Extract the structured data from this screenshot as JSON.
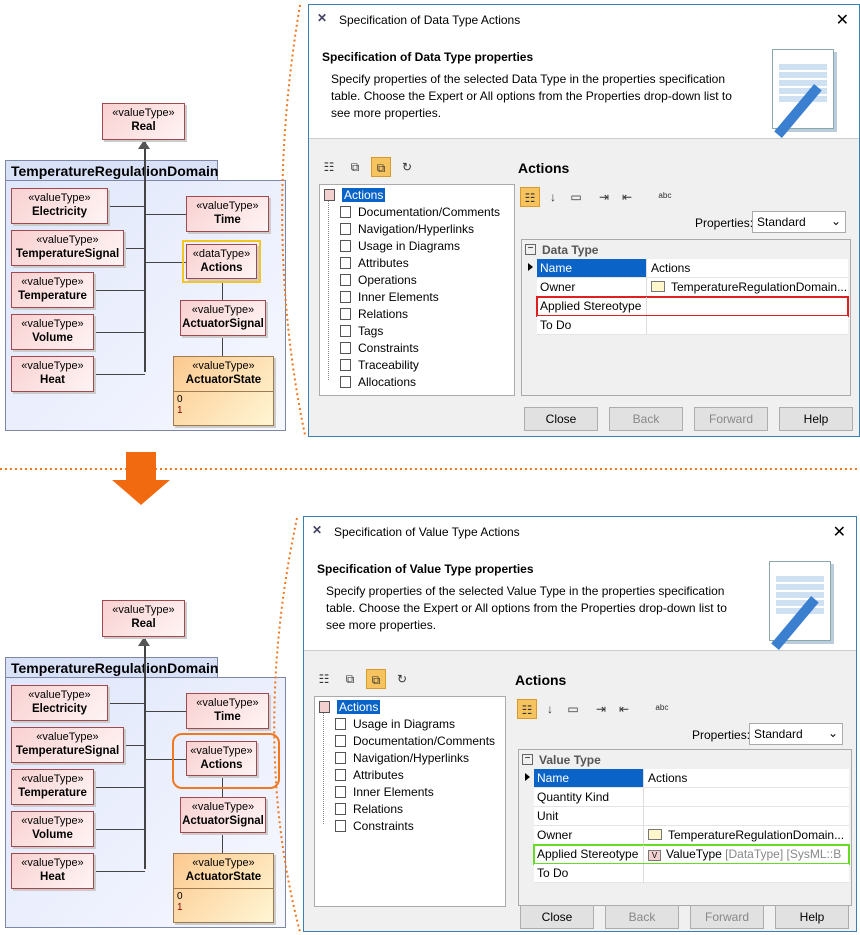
{
  "panels": [
    {
      "diagram": {
        "package": "TemperatureRegulationDomain",
        "real": {
          "st": "«valueType»",
          "name": "Real"
        },
        "blocks": [
          {
            "st": "«valueType»",
            "name": "Electricity"
          },
          {
            "st": "«valueType»",
            "name": "Time"
          },
          {
            "st": "«valueType»",
            "name": "TemperatureSignal"
          },
          {
            "st": "«dataType»",
            "name": "Actions"
          },
          {
            "st": "«valueType»",
            "name": "Temperature"
          },
          {
            "st": "«valueType»",
            "name": "ActuatorSignal"
          },
          {
            "st": "«valueType»",
            "name": "Volume"
          },
          {
            "st": "«valueType»",
            "name": "ActuatorState",
            "literals": [
              "0",
              "1"
            ]
          },
          {
            "st": "«valueType»",
            "name": "Heat"
          }
        ]
      },
      "dialog": {
        "title": "Specification of Data Type Actions",
        "header_title": "Specification of Data Type properties",
        "header_desc": "Specify properties of the selected Data Type in the properties specification table. Choose the Expert or All options from the Properties drop-down list to see more properties.",
        "tree_root": "Actions",
        "tree_items": [
          "Documentation/Comments",
          "Navigation/Hyperlinks",
          "Usage in Diagrams",
          "Attributes",
          "Operations",
          "Inner Elements",
          "Relations",
          "Tags",
          "Constraints",
          "Traceability",
          "Allocations"
        ],
        "panel_title": "Actions",
        "properties_label": "Properties:",
        "properties_value": "Standard",
        "group": "Data Type",
        "rows": [
          {
            "k": "Name",
            "v": "Actions"
          },
          {
            "k": "Owner",
            "v": "TemperatureRegulationDomain..."
          },
          {
            "k": "Applied Stereotype",
            "v": ""
          },
          {
            "k": "To Do",
            "v": ""
          }
        ],
        "buttons": [
          "Close",
          "Back",
          "Forward",
          "Help"
        ]
      }
    },
    {
      "diagram": {
        "package": "TemperatureRegulationDomain",
        "real": {
          "st": "«valueType»",
          "name": "Real"
        },
        "blocks": [
          {
            "st": "«valueType»",
            "name": "Electricity"
          },
          {
            "st": "«valueType»",
            "name": "Time"
          },
          {
            "st": "«valueType»",
            "name": "TemperatureSignal"
          },
          {
            "st": "«valueType»",
            "name": "Actions"
          },
          {
            "st": "«valueType»",
            "name": "Temperature"
          },
          {
            "st": "«valueType»",
            "name": "ActuatorSignal"
          },
          {
            "st": "«valueType»",
            "name": "Volume"
          },
          {
            "st": "«valueType»",
            "name": "ActuatorState",
            "literals": [
              "0",
              "1"
            ]
          },
          {
            "st": "«valueType»",
            "name": "Heat"
          }
        ]
      },
      "dialog": {
        "title": "Specification of Value Type Actions",
        "header_title": "Specification of Value Type properties",
        "header_desc": "Specify properties of the selected Value Type in the properties specification table. Choose the Expert or All options from the Properties drop-down list to see more properties.",
        "tree_root": "Actions",
        "tree_items": [
          "Usage in Diagrams",
          "Documentation/Comments",
          "Navigation/Hyperlinks",
          "Attributes",
          "Inner Elements",
          "Relations",
          "Constraints"
        ],
        "panel_title": "Actions",
        "properties_label": "Properties:",
        "properties_value": "Standard",
        "group": "Value Type",
        "rows": [
          {
            "k": "Name",
            "v": "Actions"
          },
          {
            "k": "Quantity Kind",
            "v": ""
          },
          {
            "k": "Unit",
            "v": ""
          },
          {
            "k": "Owner",
            "v": "TemperatureRegulationDomain..."
          },
          {
            "k": "Applied Stereotype",
            "v": "ValueType",
            "v2": " [DataType] [SysML::B"
          },
          {
            "k": "To Do",
            "v": ""
          }
        ],
        "buttons": [
          "Close",
          "Back",
          "Forward",
          "Help"
        ]
      }
    }
  ],
  "colors": {
    "accent": "#f07820",
    "highlight_top": "#e02020",
    "highlight_bottom": "#66dd22"
  }
}
